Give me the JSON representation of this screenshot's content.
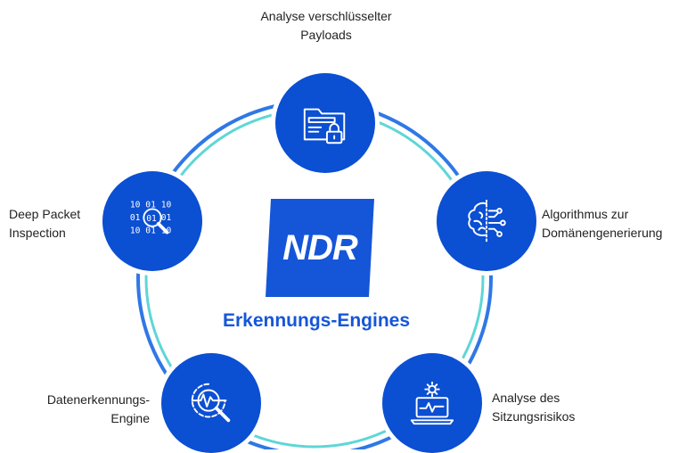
{
  "center": {
    "logo_text": "NDR",
    "title": "Erkennungs-Engines"
  },
  "colors": {
    "node_blue": "#0b4fd2",
    "ring_blue": "#2f78e6",
    "ring_teal": "#5fd6d6",
    "logo_blue": "#1556d8",
    "title_blue": "#1556d8",
    "label_text": "#222222"
  },
  "nodes": [
    {
      "id": "top",
      "icon": "encrypted-folder-lock-icon",
      "label_lines": [
        "Analyse verschlüsselter",
        "Payloads"
      ]
    },
    {
      "id": "right",
      "icon": "ai-brain-circuit-icon",
      "label_lines": [
        "Algorithmus zur",
        "Domänengenerierung"
      ]
    },
    {
      "id": "bottom-right",
      "icon": "laptop-gear-pulse-icon",
      "label_lines": [
        "Analyse des",
        "Sitzungsrisikos"
      ]
    },
    {
      "id": "bottom-left",
      "icon": "waveform-magnifier-icon",
      "label_lines": [
        "Datenerkennungs-",
        "Engine"
      ]
    },
    {
      "id": "left",
      "icon": "binary-magnifier-icon",
      "label_lines": [
        "Deep Packet",
        "Inspection"
      ]
    }
  ]
}
